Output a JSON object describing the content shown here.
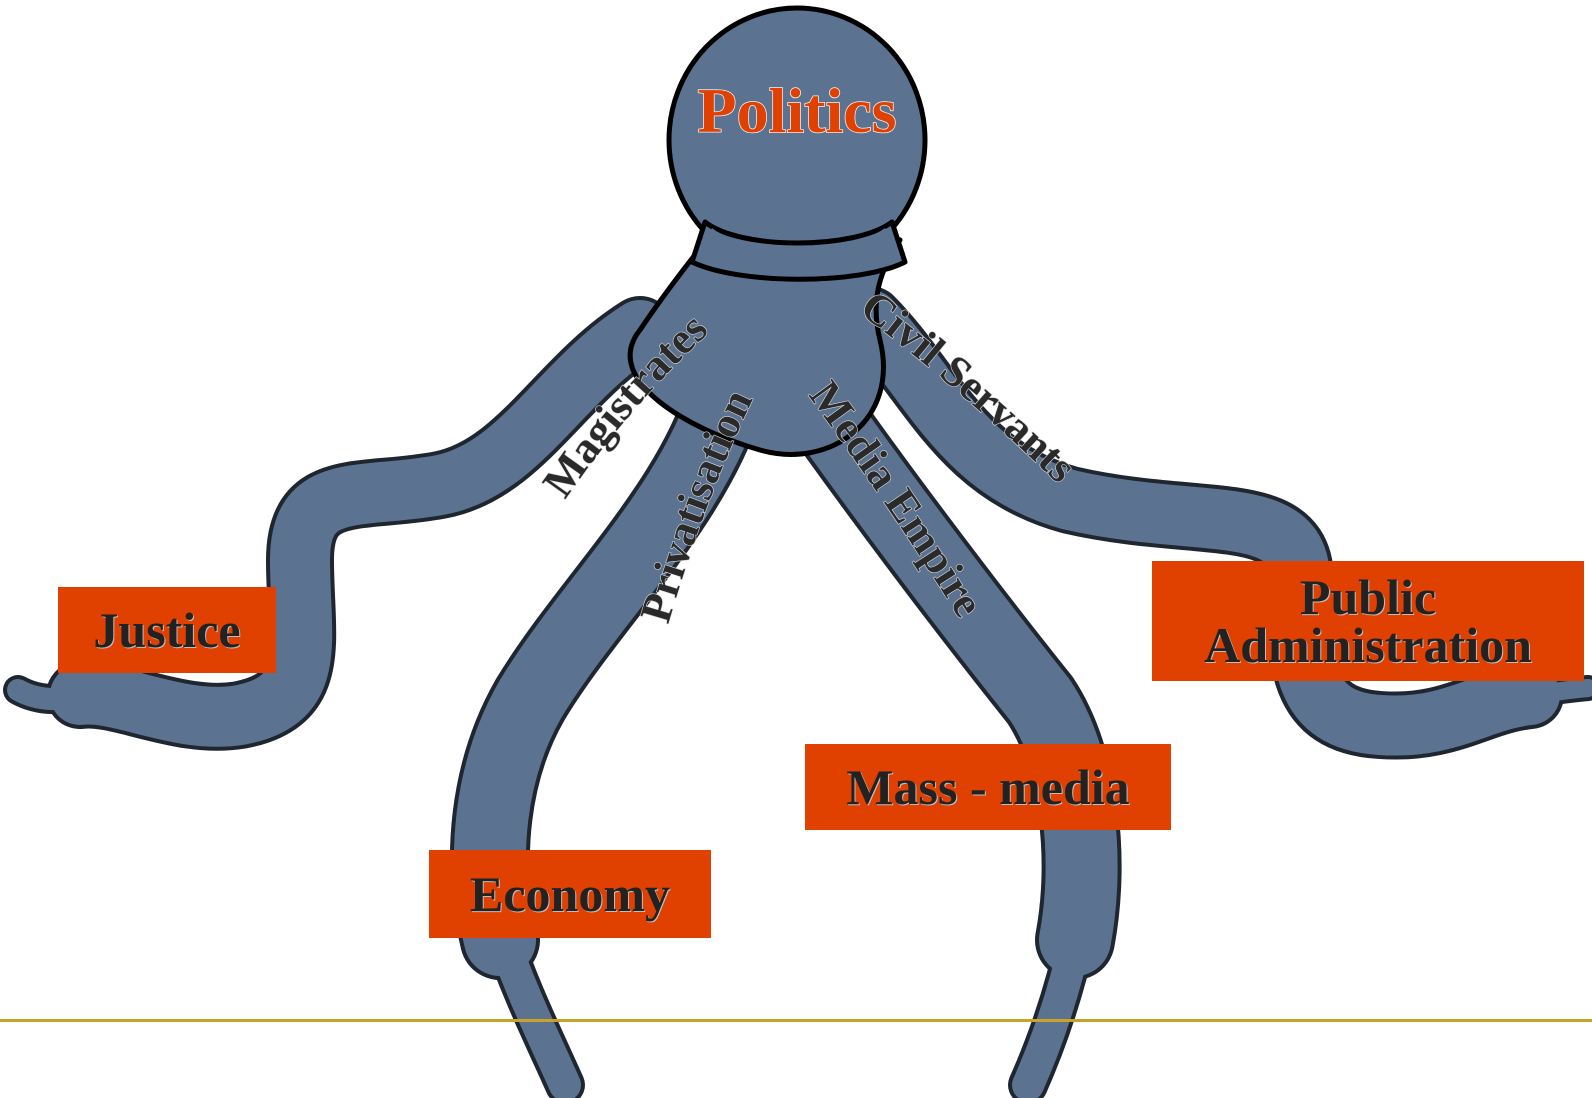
{
  "diagram": {
    "center_label": "Politics",
    "arm_labels": {
      "magistrates": "Magistrates",
      "privatisation": "Privatisation",
      "media_empire": "Media Empire",
      "civil_servants": "Civil Servants"
    },
    "boxes": {
      "justice": "Justice",
      "economy": "Economy",
      "mass_media": "Mass - media",
      "public_administration": "Public\nAdministration"
    },
    "colors": {
      "octopus": "#5c7291",
      "box": "#e04000",
      "center_label": "#e04000",
      "baseline": "#c9a227"
    }
  }
}
